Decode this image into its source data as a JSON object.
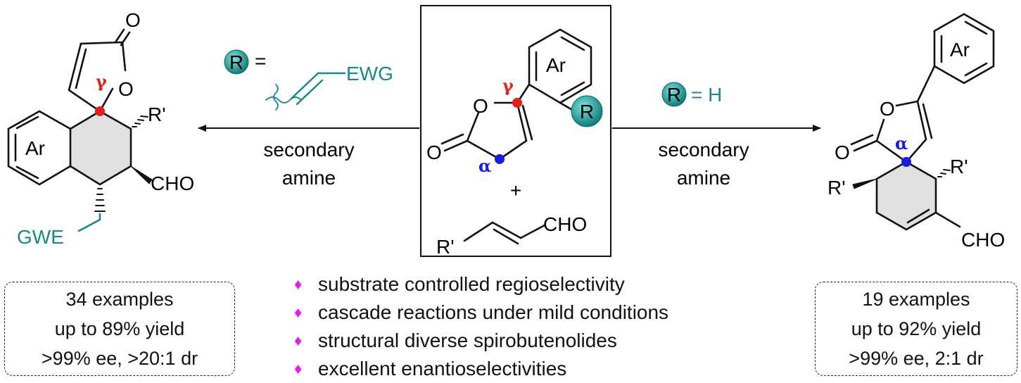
{
  "colors": {
    "teal": "#178a87",
    "gamma_red": "#e0201c",
    "alpha_blue": "#1c1ce0",
    "bullet_magenta": "#e21ce0",
    "ring_fill": "#e0e0e0"
  },
  "left_product": {
    "ar": "Ar",
    "carbonyl_o": "O",
    "ring_o": "O",
    "gamma": "γ",
    "r_prime": "R'",
    "cho": "CHO",
    "gwe": "GWE"
  },
  "left_arrow": {
    "r_label": "R",
    "equals": "=",
    "ewg": "EWG",
    "line1": "secondary",
    "line2": "amine"
  },
  "center_box": {
    "ar": "Ar",
    "ring_o": "O",
    "carbonyl_o": "O",
    "gamma": "γ",
    "alpha": "α",
    "r_label": "R",
    "plus": "+",
    "r_prime": "R'",
    "cho": "CHO"
  },
  "right_arrow": {
    "r_label": "R",
    "equals_h": "= H",
    "line1": "secondary",
    "line2": "amine"
  },
  "right_product": {
    "ar": "Ar",
    "ring_o": "O",
    "carbonyl_o": "O",
    "alpha": "α",
    "r_prime_right": "R'",
    "r_prime_left": "R'",
    "cho": "CHO"
  },
  "left_summary": {
    "line1": "34 examples",
    "line2": "up to 89% yield",
    "line3": ">99% ee, >20:1 dr"
  },
  "right_summary": {
    "line1": "19 examples",
    "line2": "up to 92% yield",
    "line3": ">99% ee, 2:1 dr"
  },
  "features": [
    "substrate controlled regioselectivity",
    "cascade reactions under mild conditions",
    "structural diverse spirobutenolides",
    "excellent enantioselectivities"
  ],
  "bullet_symbol": "♦"
}
